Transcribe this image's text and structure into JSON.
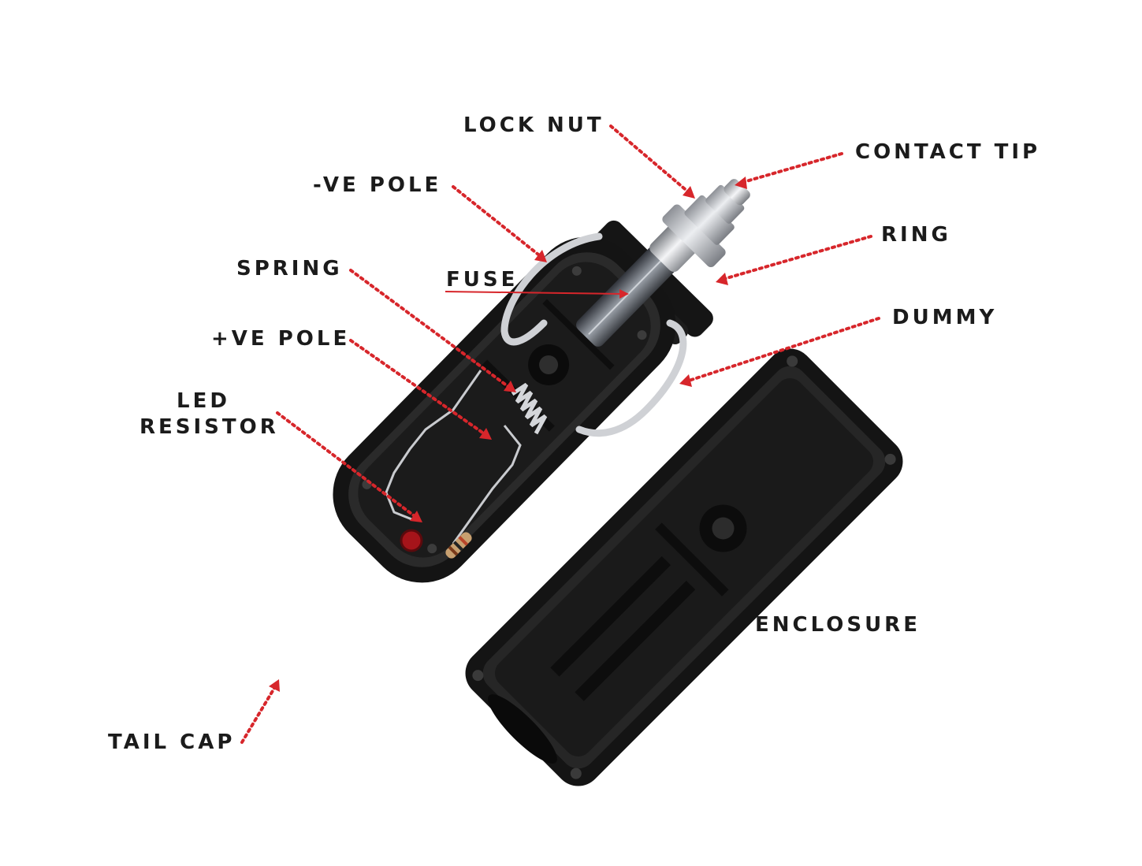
{
  "labels": {
    "lock_nut": "LOCK NUT",
    "contact_tip": "CONTACT TIP",
    "ve_neg_pole": "-VE POLE",
    "ring": "RING",
    "spring": "SPRING",
    "fuse": "FUSE",
    "dummy": "DUMMY",
    "ve_pos_pole": "+VE POLE",
    "led": "LED",
    "resistor": "RESISTOR",
    "enclosure": "ENCLOSURE",
    "tail_cap": "TAIL CAP"
  },
  "colors": {
    "leader": "#d7262b",
    "fuse_leader": "#d7262b",
    "label_text": "#1b1b1b",
    "plastic": "#141414",
    "metal": "#c9cbcf",
    "background": "#ffffff"
  }
}
